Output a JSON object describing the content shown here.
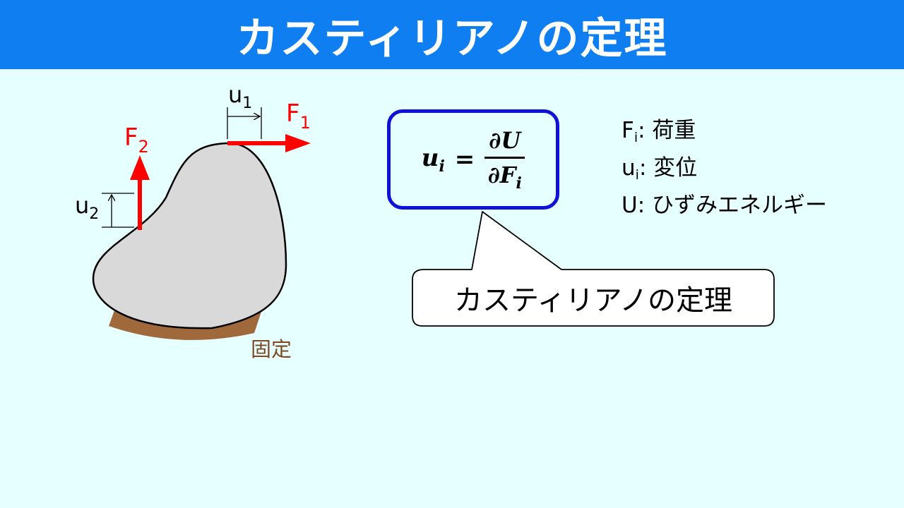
{
  "title": "カスティリアノの定理",
  "diagram": {
    "labels": {
      "u1_base": "u",
      "u1_sub": "1",
      "f1_base": "F",
      "f1_sub": "1",
      "f2_base": "F",
      "f2_sub": "2",
      "u2_base": "u",
      "u2_sub": "2",
      "fixed": "固定"
    },
    "colors": {
      "body_fill": "#d9d9d9",
      "force_arrow": "#ff0000",
      "ground": "#a0693c",
      "fixed_text": "#7b4a25"
    }
  },
  "formula": {
    "lhs_base": "u",
    "lhs_sub": "i",
    "equals": "=",
    "numerator": "∂U",
    "denominator_base": "∂F",
    "denominator_sub": "i"
  },
  "callout": {
    "text": "カスティリアノの定理"
  },
  "legend": [
    {
      "symbol": "F",
      "sub": "i",
      "text": ": 荷重"
    },
    {
      "symbol": "u",
      "sub": "i",
      "text": ": 変位"
    },
    {
      "symbol": "U",
      "sub": "",
      "text": ": ひずみエネルギー"
    }
  ],
  "colors": {
    "title_bar": "#0f7ef0",
    "background": "#e6ffff",
    "formula_border": "#1010d8"
  }
}
